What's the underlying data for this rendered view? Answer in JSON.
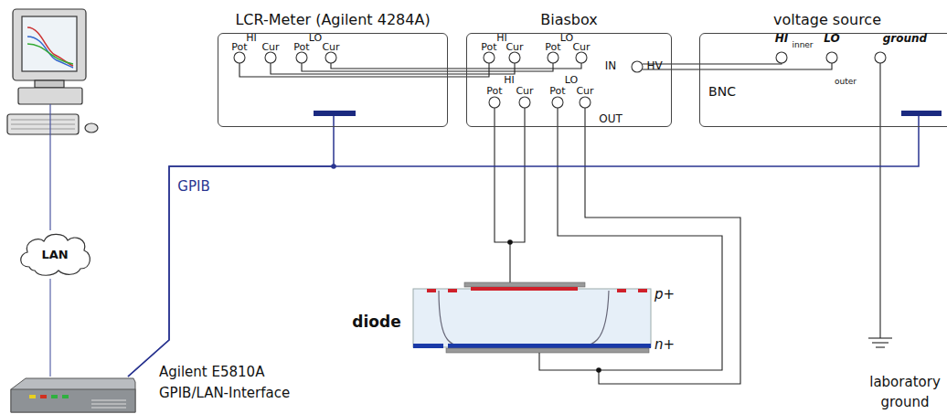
{
  "diagram": {
    "nodes": [
      {
        "text": [
          "LCR-Meter (Agilent 4284A)"
        ]
      },
      {
        "text": [
          "Biasbox"
        ]
      },
      {
        "text": [
          "voltage source"
        ]
      },
      {
        "text": [
          "LAN"
        ]
      },
      {
        "text": [
          "Agilent E5810A GPIB/LAN-Interface"
        ]
      }
    ],
    "edges": [
      {
        "from": 0,
        "to": 1,
        "arrow": "none"
      },
      {
        "from": 1,
        "to": 2,
        "arrow": "none",
        "label": "BNC"
      },
      {
        "from": 3,
        "to": 4,
        "arrow": "none"
      },
      {
        "from": 4,
        "to": 0,
        "arrow": "none",
        "label": "GPIB"
      },
      {
        "from": 4,
        "to": 2,
        "arrow": "none"
      }
    ],
    "labels": [
      "HI",
      "LO",
      "Pot",
      "Cur",
      "Pot",
      "Cur",
      "HI",
      "LO",
      "Pot",
      "Cur",
      "Pot",
      "Cur",
      "IN",
      "HV",
      "HI",
      "LO",
      "Pot",
      "Cur",
      "Pot",
      "Cur",
      "OUT",
      "HI",
      "inner",
      "LO",
      "outer",
      "ground",
      "diode",
      "p+",
      "n+",
      "laboratory ground"
    ]
  }
}
